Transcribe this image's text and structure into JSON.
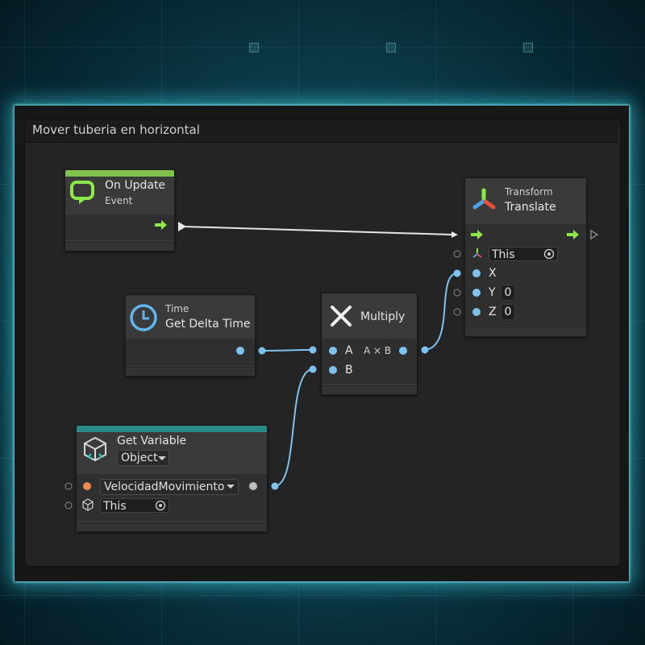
{
  "graph": {
    "title": "Mover tuberia en horizontal"
  },
  "nodes": {
    "on_update": {
      "title": "On Update",
      "subtitle": "Event",
      "header_color": "#7fc34a"
    },
    "translate": {
      "category": "Transform",
      "title": "Translate",
      "target_value": "This",
      "x_label": "X",
      "y_label": "Y",
      "y_value": "0",
      "z_label": "Z",
      "z_value": "0"
    },
    "delta_time": {
      "category": "Time",
      "title": "Get Delta Time"
    },
    "multiply": {
      "title": "Multiply",
      "a_label": "A",
      "b_label": "B",
      "out_label": "A × B"
    },
    "get_variable": {
      "title": "Get Variable",
      "kind_value": "Object",
      "variable_value": "VelocidadMovimiento",
      "target_value": "This",
      "header_color": "#2a8b87"
    }
  },
  "colors": {
    "flow_port": "#8de84a",
    "value_port": "#7ec3ef",
    "variable_port": "#f08b4d",
    "glow": "#46dcf0"
  }
}
